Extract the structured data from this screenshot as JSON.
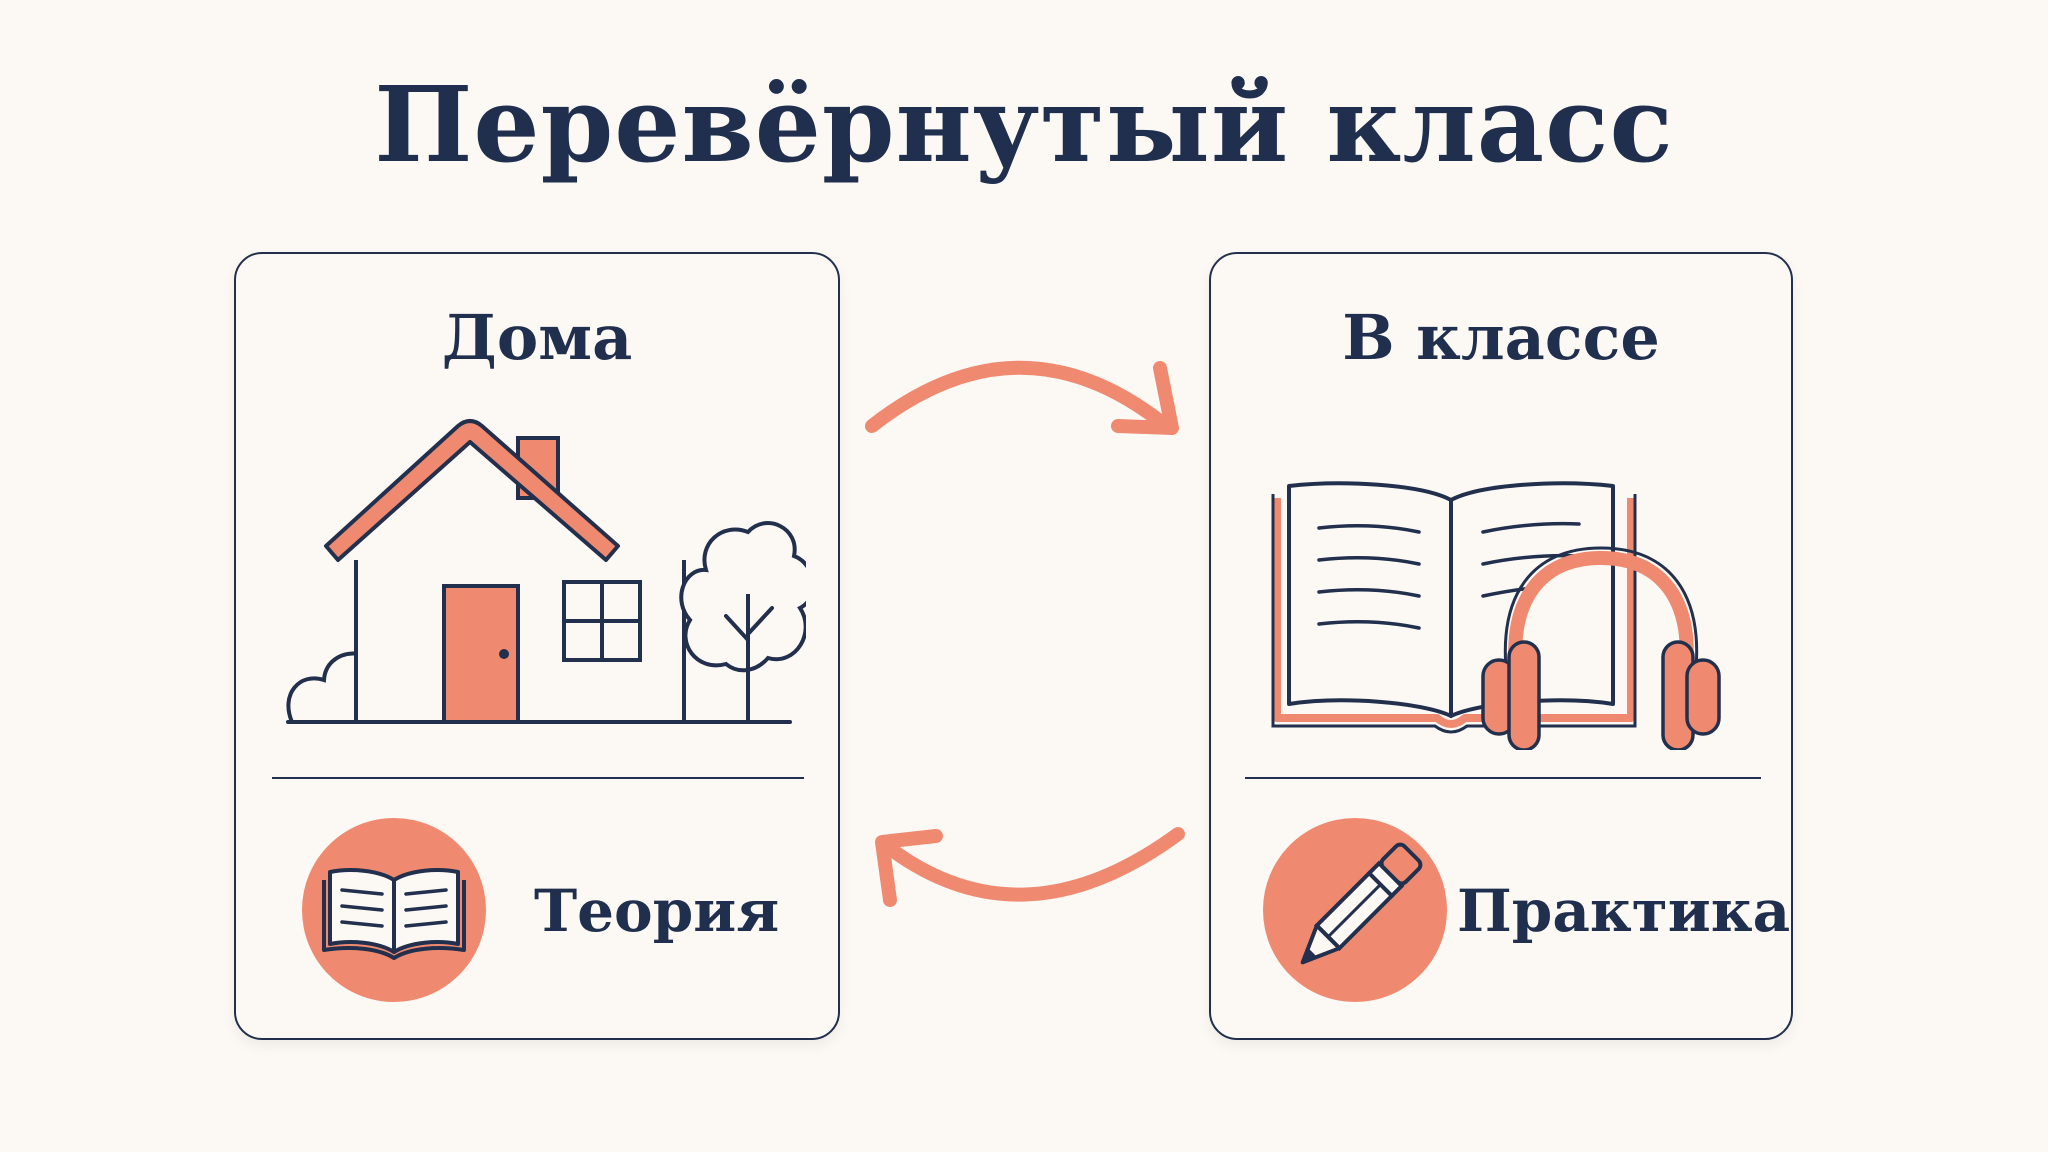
{
  "title": "Перевёрнутый класс",
  "home_card": {
    "heading": "Дома",
    "label": "Теория",
    "illustration_icon": "house-icon",
    "badge_icon": "open-book-icon"
  },
  "class_card": {
    "heading": "В классе",
    "label": "Практика",
    "illustration_icon": "book-with-headphones-icon",
    "badge_icon": "pencil-icon"
  },
  "colors": {
    "accent": "#ef8a70",
    "ink": "#1f2f4d",
    "background": "#fcf9f5"
  }
}
